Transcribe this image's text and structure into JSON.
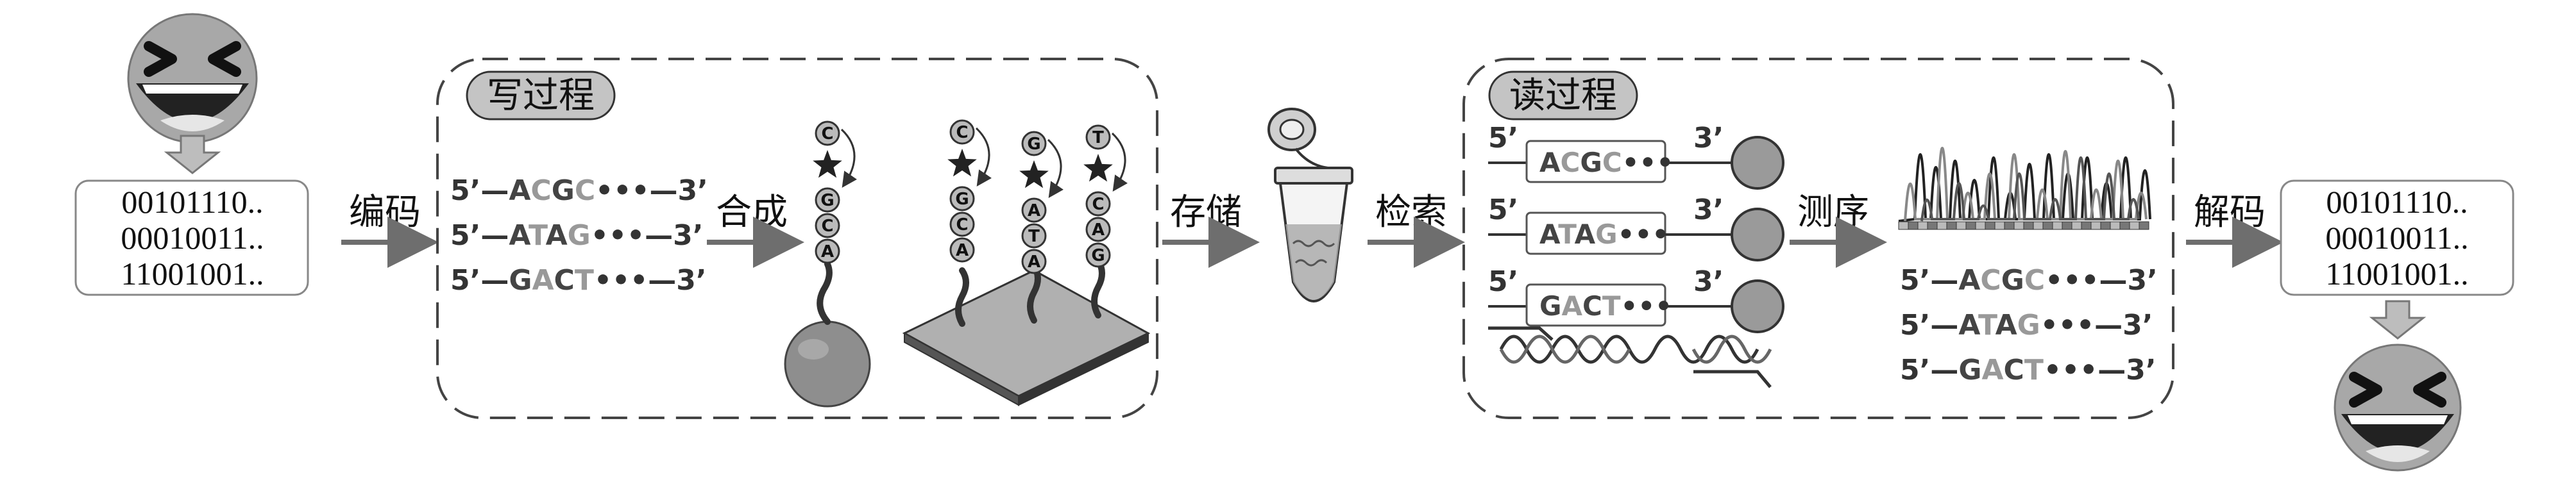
{
  "colors": {
    "ink": "#333333",
    "face_gray": "#a8a8a8",
    "mid_gray": "#8c8c8c",
    "light_gray": "#b5b5b5",
    "bead_gray": "#999999",
    "chip_gray": "#b0b0b0"
  },
  "input": {
    "binary": [
      "00101110..",
      "00010011..",
      "11001001.."
    ],
    "emoji": "laughing-face"
  },
  "output": {
    "binary": [
      "00101110..",
      "00010011..",
      "11001001.."
    ],
    "emoji": "laughing-face"
  },
  "steps": {
    "encode": "编码",
    "synthesize": "合成",
    "store": "存储",
    "retrieve": "检索",
    "sequence": "测序",
    "decode": "解码"
  },
  "write_panel": {
    "title": "写过程",
    "strands": [
      {
        "prefix": "5’—",
        "bases": [
          "A",
          "C",
          "G",
          "C"
        ],
        "suffix": "•••—3’"
      },
      {
        "prefix": "5’—",
        "bases": [
          "A",
          "T",
          "A",
          "G"
        ],
        "suffix": "•••—3’"
      },
      {
        "prefix": "5’—",
        "bases": [
          "G",
          "A",
          "C",
          "T"
        ],
        "suffix": "•••—3’"
      }
    ],
    "bead_chain": [
      "C",
      "G",
      "C",
      "A"
    ],
    "chip_chains": [
      [
        "C",
        "G",
        "C",
        "A"
      ],
      [
        "G",
        "A",
        "T",
        "A"
      ],
      [
        "T",
        "C",
        "A",
        "G"
      ]
    ]
  },
  "read_panel": {
    "title": "读过程",
    "probes": [
      {
        "five": "5’",
        "seq": [
          "A",
          "C",
          "G",
          "C"
        ],
        "dots": "•••",
        "three": "3’"
      },
      {
        "five": "5’",
        "seq": [
          "A",
          "T",
          "A",
          "G"
        ],
        "dots": "•••",
        "three": "3’"
      },
      {
        "five": "5’",
        "seq": [
          "G",
          "A",
          "C",
          "T"
        ],
        "dots": "•••",
        "three": "3’"
      }
    ]
  },
  "sequencing_results": [
    {
      "prefix": "5’—",
      "bases": [
        "A",
        "C",
        "G",
        "C"
      ],
      "suffix": "•••—3’"
    },
    {
      "prefix": "5’—",
      "bases": [
        "A",
        "T",
        "A",
        "G"
      ],
      "suffix": "•••—3’"
    },
    {
      "prefix": "5’—",
      "bases": [
        "G",
        "A",
        "C",
        "T"
      ],
      "suffix": "•••—3’"
    }
  ]
}
